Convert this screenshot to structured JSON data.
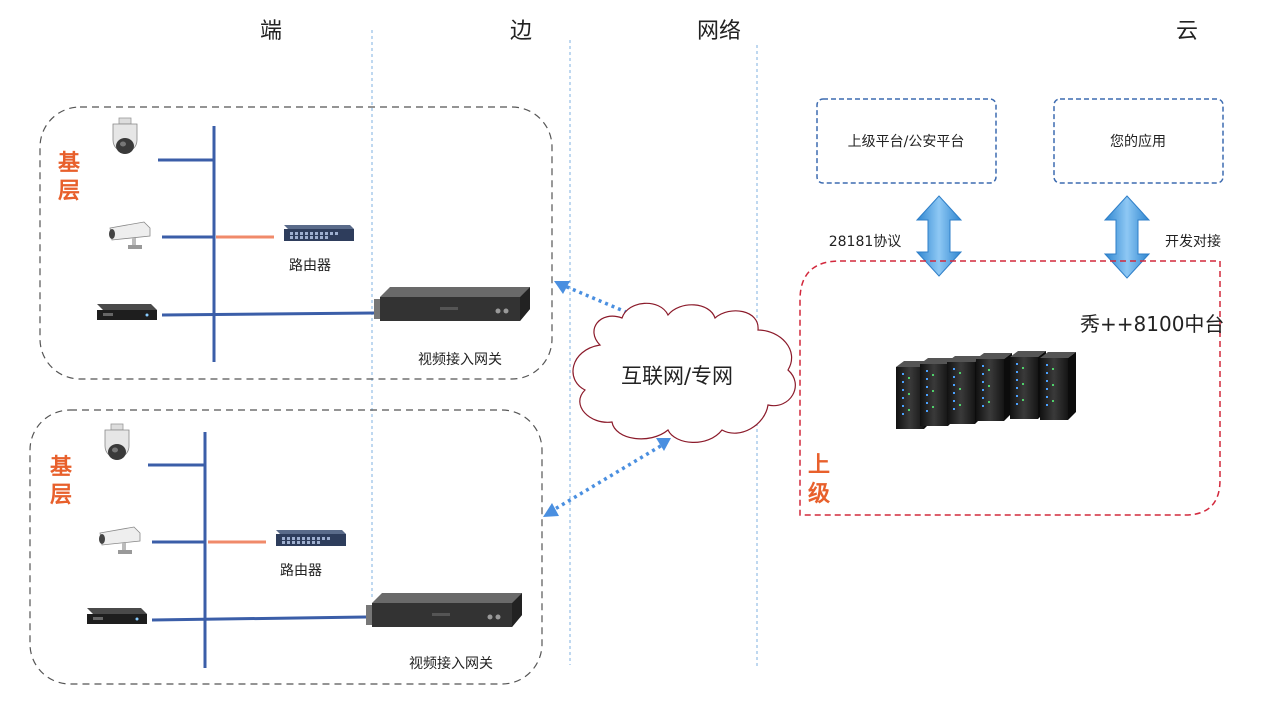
{
  "columns": {
    "end": "端",
    "edge": "边",
    "network": "网络",
    "cloud": "云"
  },
  "groups": [
    {
      "label_line1": "基",
      "label_line2": "层",
      "router_label": "路由器",
      "gateway_label": "视频接入网关"
    },
    {
      "label_line1": "基",
      "label_line2": "层",
      "router_label": "路由器",
      "gateway_label": "视频接入网关"
    }
  ],
  "network": {
    "cloud_label": "互联网/专网"
  },
  "upper": {
    "label_line1": "上",
    "label_line2": "级",
    "platform_label": "秀++8100中台",
    "boxes": [
      {
        "label": "上级平台/公安平台",
        "protocol": "28181协议"
      },
      {
        "label": "您的应用",
        "protocol": "开发对接"
      }
    ]
  },
  "colors": {
    "line_blue": "#3b5ea8",
    "line_orange": "#f08a6a",
    "accent_orange": "#e8602c",
    "border_red": "#d2283c",
    "box_blue": "#3d6bb0",
    "arrow_blue": "#4a9ee0",
    "divider_blue": "#7fb0e0",
    "cloud_outline": "#8b1a2a"
  },
  "icons": [
    "ptz-camera-icon",
    "bullet-camera-icon",
    "nvr-icon",
    "router-icon",
    "gateway-server-icon",
    "server-rack-icon",
    "internet-cloud-icon"
  ]
}
